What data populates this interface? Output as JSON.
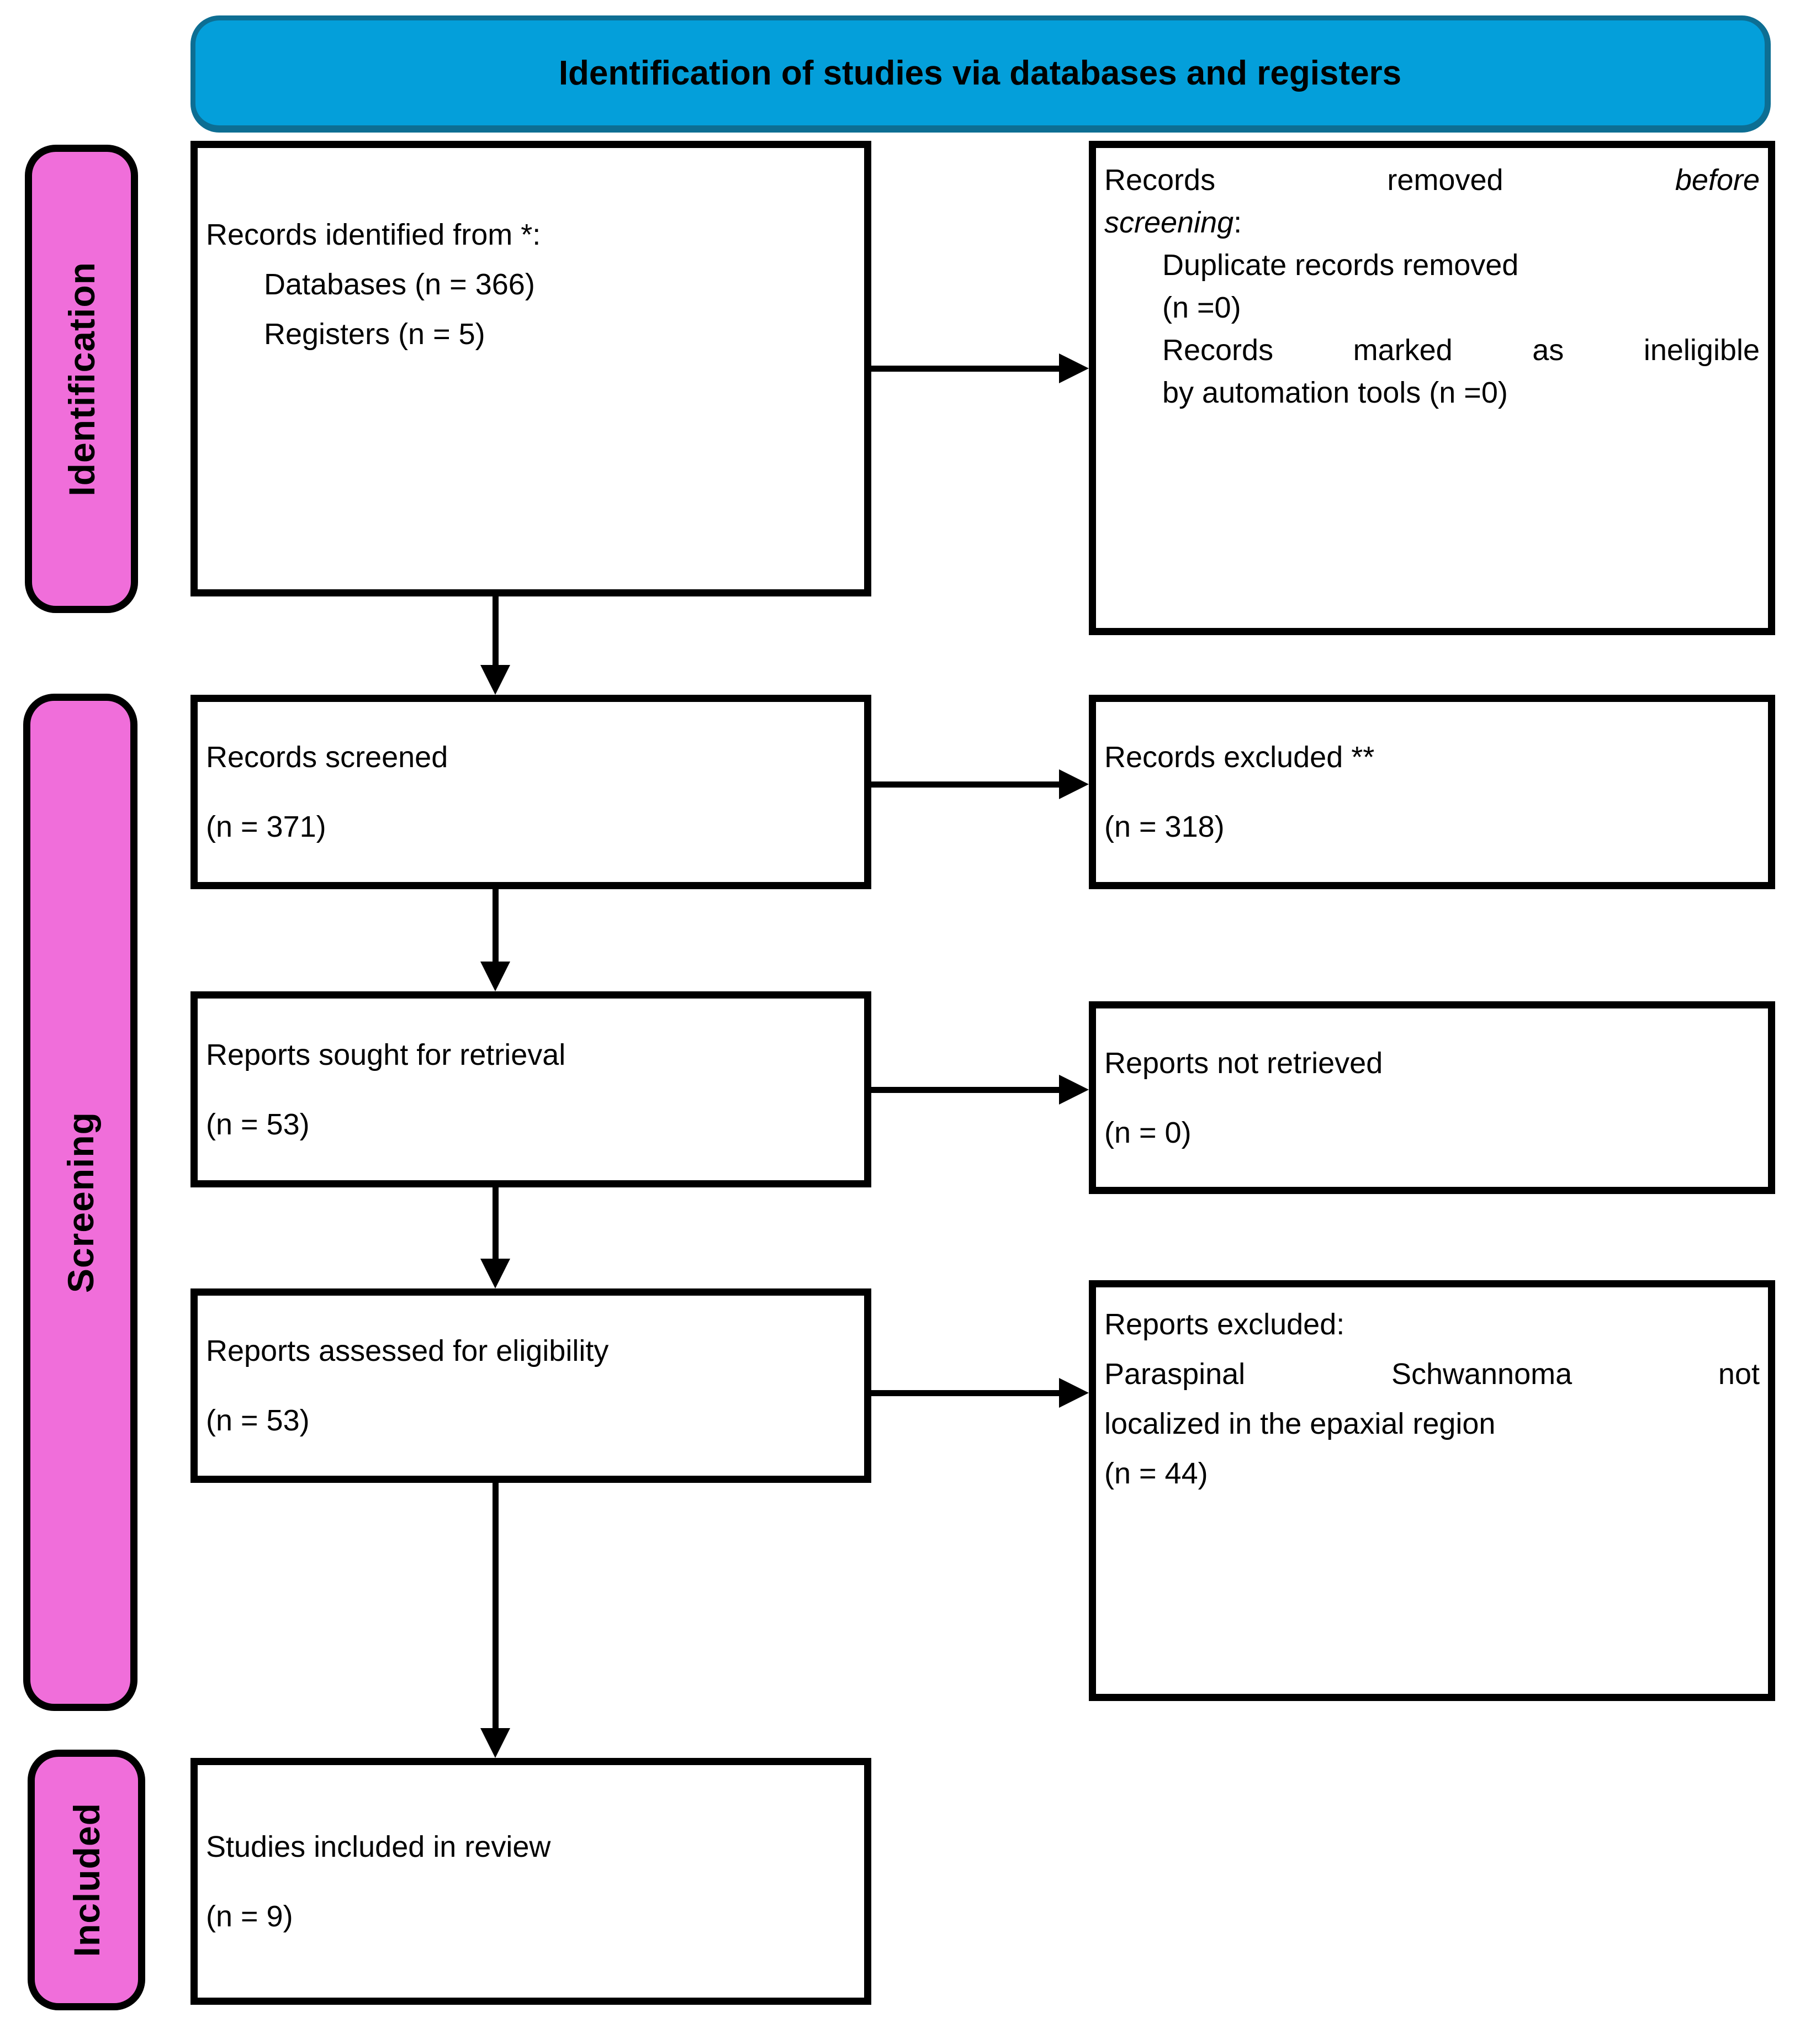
{
  "header": {
    "title": "Identification of studies via databases and registers"
  },
  "side_labels": {
    "identification": "Identification",
    "screening": "Screening",
    "included": "Included"
  },
  "colors": {
    "header_fill": "#049fda",
    "header_border": "#0d6e93",
    "label_fill": "#f06eda",
    "box_border": "#000000",
    "arrow": "#000000"
  },
  "boxes": {
    "records_identified": {
      "lines": [
        {
          "text": "Records identified from *:"
        },
        {
          "text": "Databases (n = 366)",
          "indent": true
        },
        {
          "text": "Registers (n = 5)",
          "indent": true
        }
      ]
    },
    "records_removed": {
      "lines": [
        {
          "segments": [
            {
              "text": "Records removed "
            },
            {
              "text": "before",
              "italic": true
            }
          ],
          "justify": true
        },
        {
          "segments": [
            {
              "text": "screening",
              "italic": true
            },
            {
              "text": ":"
            }
          ]
        },
        {
          "text": "Duplicate records removed",
          "indent": true
        },
        {
          "text": "(n =0)",
          "indent": true
        },
        {
          "text": "Records marked as ineligible",
          "indent": true,
          "justify": true
        },
        {
          "text": "by automation tools (n =0)",
          "indent": true
        }
      ]
    },
    "records_screened": {
      "lines": [
        {
          "text": "Records screened"
        },
        {
          "text": "(n = 371)"
        }
      ]
    },
    "records_excluded": {
      "lines": [
        {
          "text": "Records excluded **"
        },
        {
          "text": "(n = 318)"
        }
      ]
    },
    "reports_sought": {
      "lines": [
        {
          "text": "Reports sought for retrieval"
        },
        {
          "text": "(n = 53)"
        }
      ]
    },
    "reports_not_retrieved": {
      "lines": [
        {
          "text": "Reports not retrieved"
        },
        {
          "text": "(n = 0)"
        }
      ]
    },
    "reports_assessed": {
      "lines": [
        {
          "text": "Reports assessed for eligibility"
        },
        {
          "text": "(n = 53)"
        }
      ]
    },
    "reports_excluded": {
      "lines": [
        {
          "text": "Reports excluded:"
        },
        {
          "text": "Paraspinal Schwannoma not",
          "justify": true
        },
        {
          "text": "localized in the epaxial region"
        },
        {
          "text": "(n = 44)"
        }
      ]
    },
    "studies_included": {
      "lines": [
        {
          "text": "Studies included in review"
        },
        {
          "text": "(n = 9)"
        }
      ]
    }
  }
}
